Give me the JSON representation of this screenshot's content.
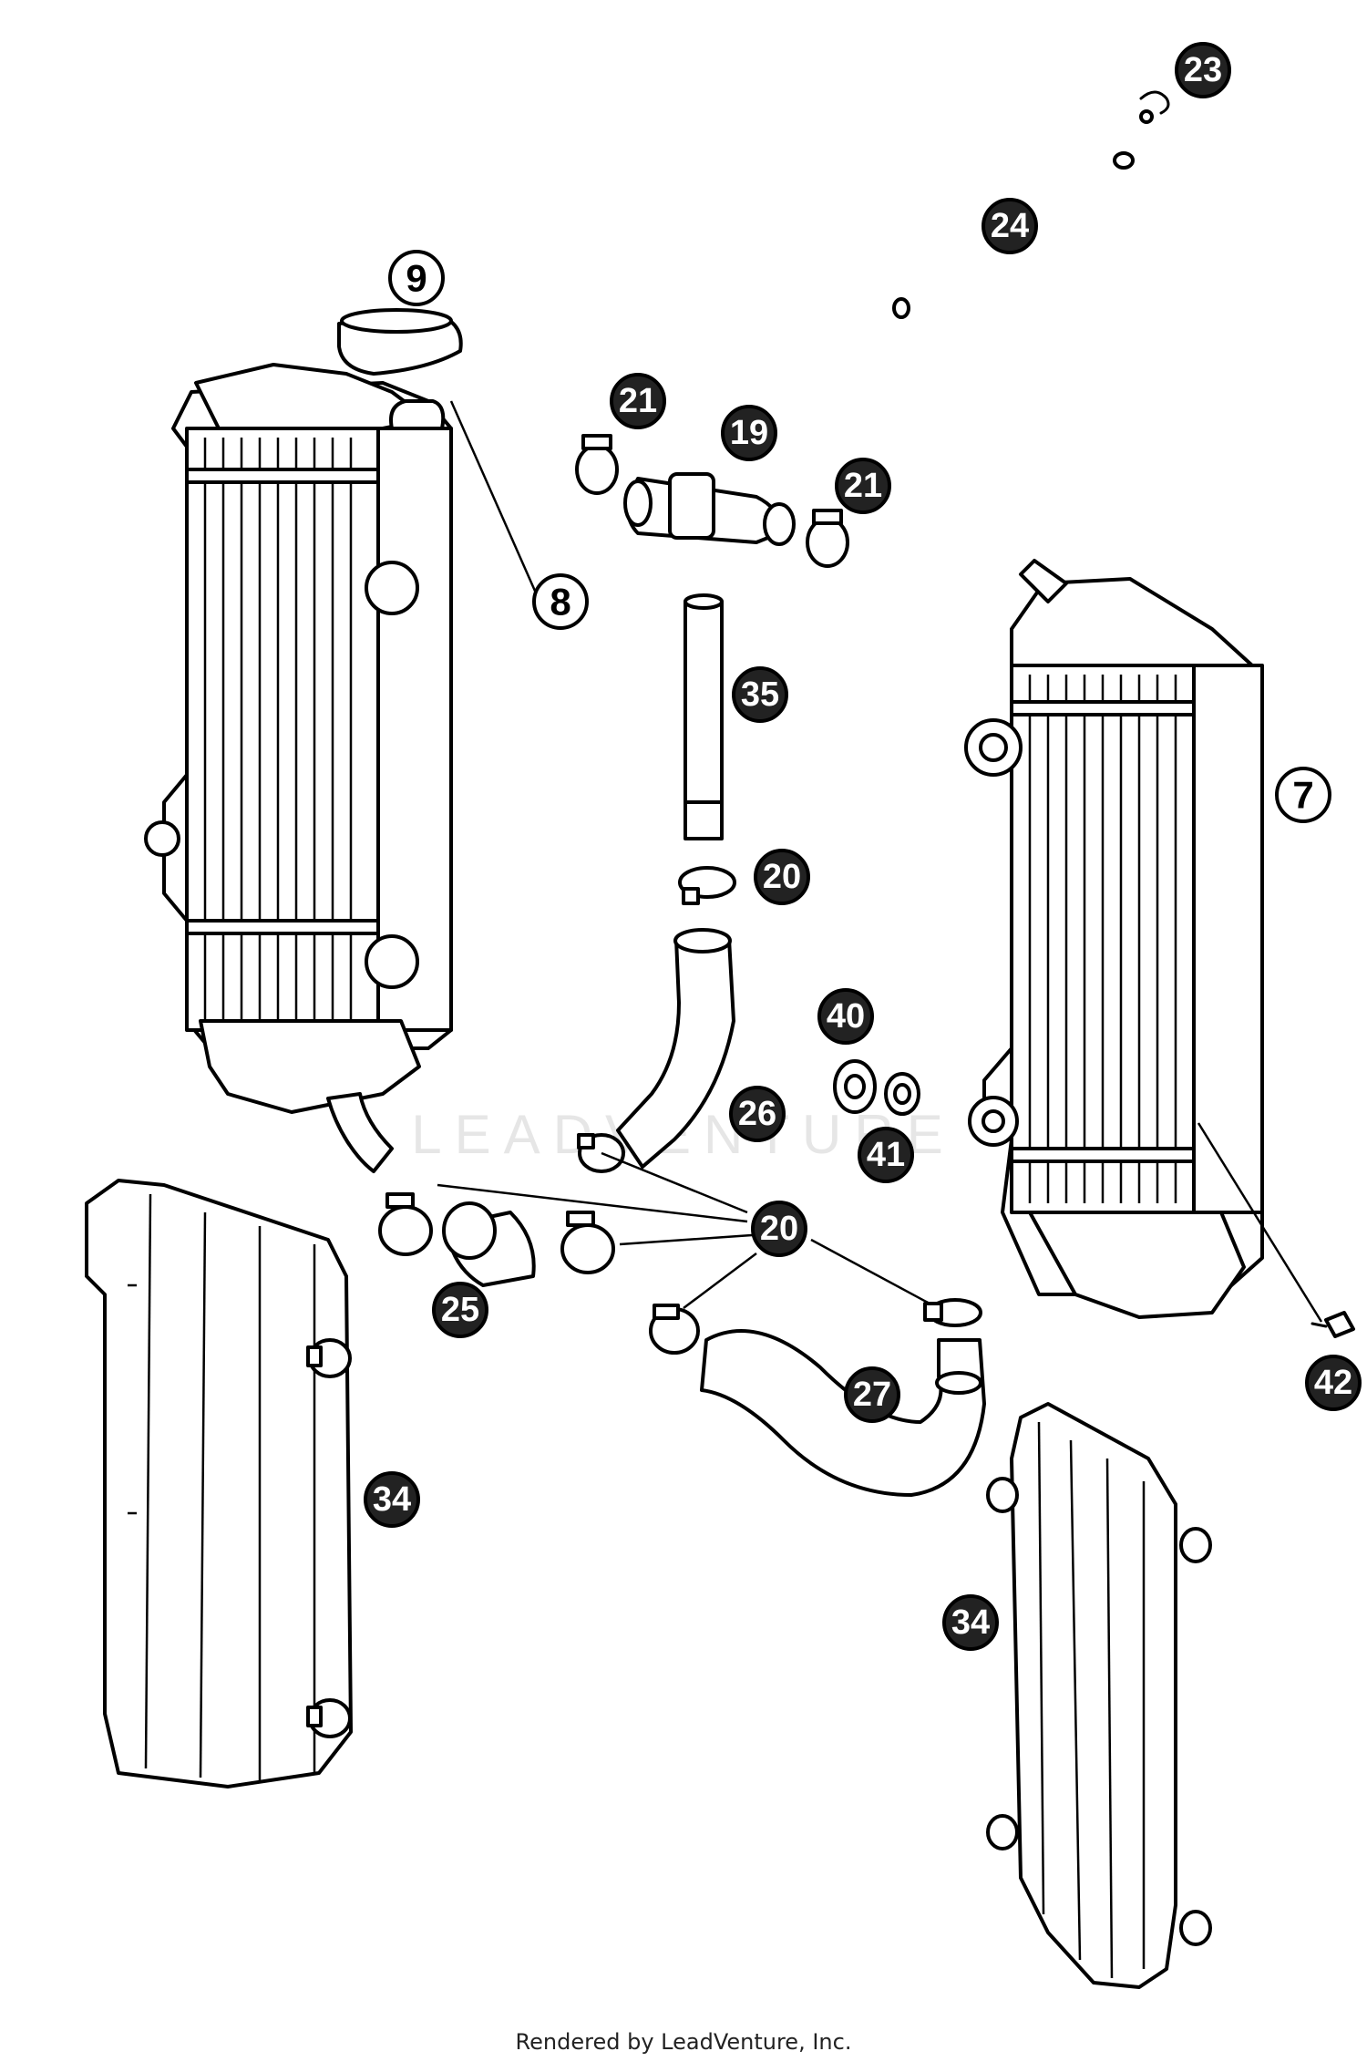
{
  "watermark": "LEADVENTURE",
  "footer": "Rendered by LeadVenture, Inc.",
  "callouts": {
    "c9": "9",
    "c8": "8",
    "c7": "7",
    "c19": "19",
    "c21a": "21",
    "c21b": "21",
    "c20a": "20",
    "c20b": "20",
    "c23": "23",
    "c24": "24",
    "c25": "25",
    "c26": "26",
    "c27": "27",
    "c34a": "34",
    "c34b": "34",
    "c35": "35",
    "c40": "40",
    "c41": "41",
    "c42": "42"
  }
}
